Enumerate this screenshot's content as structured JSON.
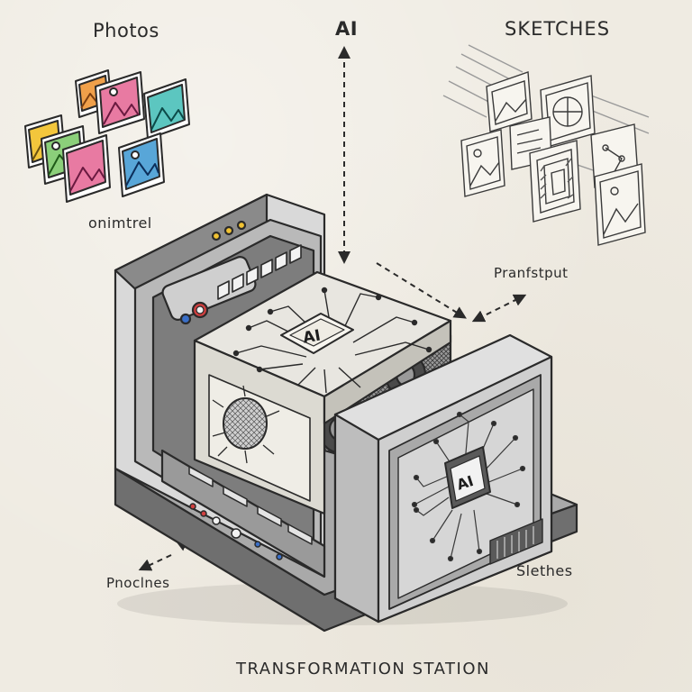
{
  "labels": {
    "photos": "Photos",
    "ai_top": "AI",
    "sketches": "SKETCHES",
    "onimtrel": "onimtrel",
    "pranfstput": "Pranfstput",
    "pnoclnes": "Pnoclnes",
    "slethes": "Slethes",
    "title": "TRANSFORMATION STATION",
    "chip_cube": "AI",
    "chip_panel": "AI"
  },
  "colors": {
    "paper": "#efebe2",
    "ink": "#2a2a2a",
    "photo_orange": "#f0a04a",
    "photo_yellow": "#f3c63c",
    "photo_pink": "#e87aa2",
    "photo_teal": "#5cc6c0",
    "photo_blue": "#58a6d8",
    "photo_green": "#8bcf7a",
    "led_yellow": "#f1c232",
    "led_red": "#d04040",
    "led_blue": "#3a6fc8"
  },
  "icons": [
    "photo-icon",
    "sketch-icon",
    "ai-chip-icon",
    "mesh-speaker-icon",
    "arrow-icon"
  ]
}
